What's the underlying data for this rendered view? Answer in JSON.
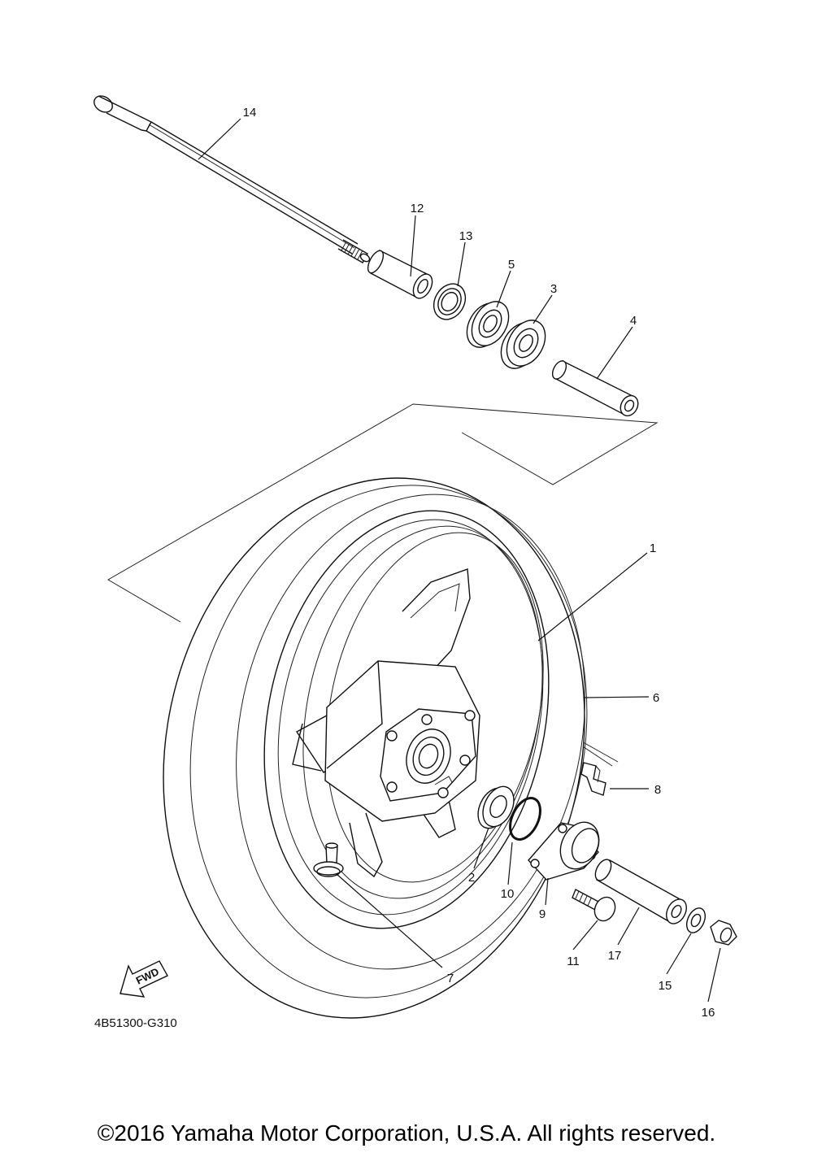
{
  "diagram": {
    "ref_code": "4B51300-G310",
    "fwd_label": "FWD",
    "copyright": "©2016 Yamaha Motor Corporation, U.S.A. All rights reserved."
  },
  "callouts": [
    {
      "id": "p1",
      "label": "1"
    },
    {
      "id": "p2",
      "label": "2"
    },
    {
      "id": "p3",
      "label": "3"
    },
    {
      "id": "p4",
      "label": "4"
    },
    {
      "id": "p5",
      "label": "5"
    },
    {
      "id": "p6",
      "label": "6"
    },
    {
      "id": "p7",
      "label": "7"
    },
    {
      "id": "p8",
      "label": "8"
    },
    {
      "id": "p9",
      "label": "9"
    },
    {
      "id": "p10",
      "label": "10"
    },
    {
      "id": "p11",
      "label": "11"
    },
    {
      "id": "p12",
      "label": "12"
    },
    {
      "id": "p13",
      "label": "13"
    },
    {
      "id": "p14",
      "label": "14"
    },
    {
      "id": "p15",
      "label": "15"
    },
    {
      "id": "p16",
      "label": "16"
    },
    {
      "id": "p17",
      "label": "17"
    }
  ]
}
